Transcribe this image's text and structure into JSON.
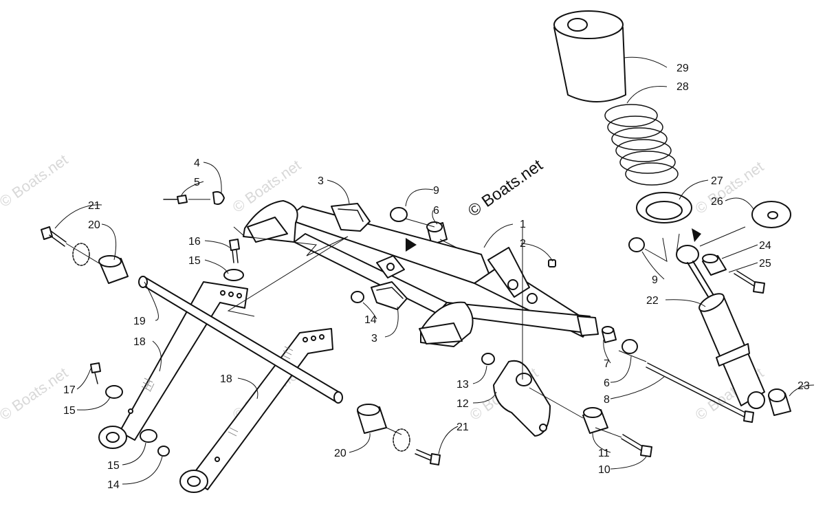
{
  "watermark": "© Boats.net",
  "brand_text": "© Boats.net",
  "callouts": [
    {
      "id": "1",
      "label": "1"
    },
    {
      "id": "2",
      "label": "2"
    },
    {
      "id": "3a",
      "label": "3"
    },
    {
      "id": "3b",
      "label": "3"
    },
    {
      "id": "4",
      "label": "4"
    },
    {
      "id": "5",
      "label": "5"
    },
    {
      "id": "6a",
      "label": "6"
    },
    {
      "id": "6b",
      "label": "6"
    },
    {
      "id": "7",
      "label": "7"
    },
    {
      "id": "8",
      "label": "8"
    },
    {
      "id": "9a",
      "label": "9"
    },
    {
      "id": "9b",
      "label": "9"
    },
    {
      "id": "10",
      "label": "10"
    },
    {
      "id": "11",
      "label": "11"
    },
    {
      "id": "12",
      "label": "12"
    },
    {
      "id": "13",
      "label": "13"
    },
    {
      "id": "14a",
      "label": "14"
    },
    {
      "id": "14b",
      "label": "14"
    },
    {
      "id": "15a",
      "label": "15"
    },
    {
      "id": "15b",
      "label": "15"
    },
    {
      "id": "15c",
      "label": "15"
    },
    {
      "id": "16",
      "label": "16"
    },
    {
      "id": "17",
      "label": "17"
    },
    {
      "id": "18a",
      "label": "18"
    },
    {
      "id": "18b",
      "label": "18"
    },
    {
      "id": "19",
      "label": "19"
    },
    {
      "id": "20a",
      "label": "20"
    },
    {
      "id": "20b",
      "label": "20"
    },
    {
      "id": "21a",
      "label": "21"
    },
    {
      "id": "21b",
      "label": "21"
    },
    {
      "id": "22",
      "label": "22"
    },
    {
      "id": "23",
      "label": "23"
    },
    {
      "id": "24",
      "label": "24"
    },
    {
      "id": "25",
      "label": "25"
    },
    {
      "id": "26",
      "label": "26"
    },
    {
      "id": "27",
      "label": "27"
    },
    {
      "id": "28",
      "label": "28"
    },
    {
      "id": "29",
      "label": "29"
    }
  ]
}
